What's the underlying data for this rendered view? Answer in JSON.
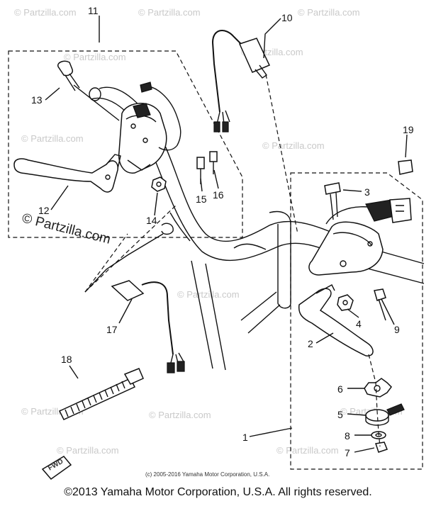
{
  "watermarks": {
    "brand": "© Partzilla.com",
    "brand_prominent": "© Partzilla.com"
  },
  "callouts": [
    "1",
    "2",
    "3",
    "4",
    "5",
    "6",
    "7",
    "8",
    "9",
    "10",
    "11",
    "12",
    "13",
    "14",
    "15",
    "16",
    "17",
    "18",
    "19"
  ],
  "arrow_label": "FWD",
  "fine_print": "(c) 2005-2016 Yamaha Motor Corporation, U.S.A.",
  "copyright": "©2013 Yamaha Motor Corporation, U.S.A. All rights reserved."
}
